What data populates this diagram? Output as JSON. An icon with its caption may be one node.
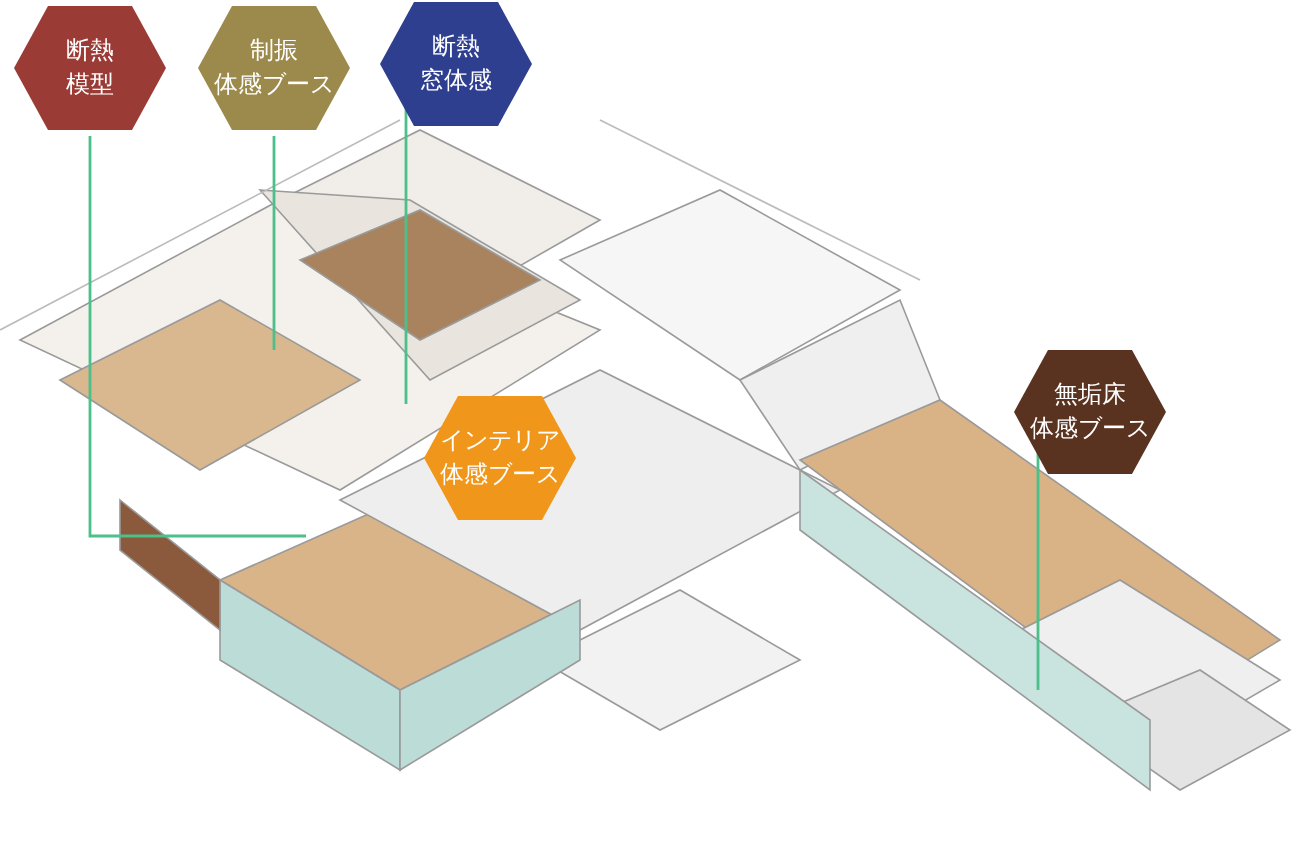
{
  "diagram": {
    "nodes": [
      {
        "text": [
          "断熱模型"
        ]
      },
      {
        "text": [
          "制振体感ブース"
        ]
      },
      {
        "text": [
          "断熱窓体感"
        ]
      },
      {
        "text": [
          "インテリア体感ブース"
        ]
      },
      {
        "text": [
          "無垢床体感ブース"
        ]
      }
    ],
    "edges": [
      {
        "from": 0,
        "to": null,
        "arrow": "none"
      },
      {
        "from": 1,
        "to": null,
        "arrow": "none"
      },
      {
        "from": 2,
        "to": null,
        "arrow": "none"
      },
      {
        "from": 4,
        "to": null,
        "arrow": "none"
      }
    ]
  }
}
